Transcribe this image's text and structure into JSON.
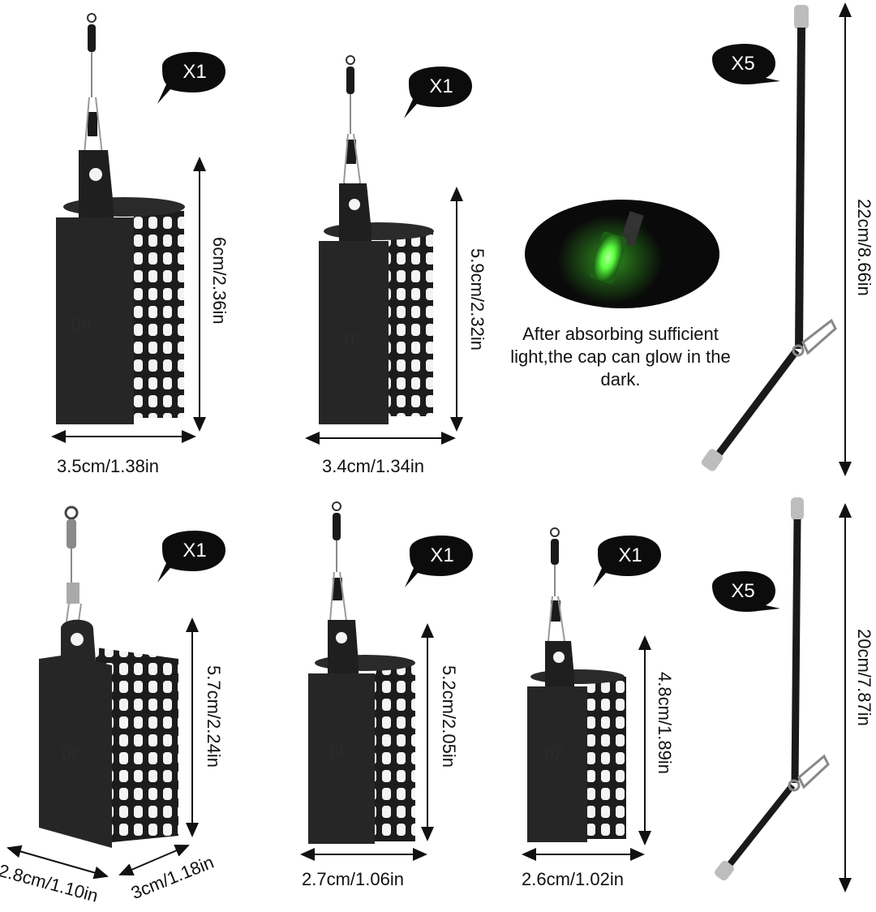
{
  "feeders": [
    {
      "id": "60",
      "number": "60",
      "quantity": "X1",
      "height": "6cm/2.36in",
      "width": "3.5cm/1.38in"
    },
    {
      "id": "50",
      "number": "50",
      "quantity": "X1",
      "height": "5.9cm/2.32in",
      "width": "3.4cm/1.34in"
    },
    {
      "id": "40",
      "number": "40",
      "quantity": "X1",
      "height": "5.7cm/2.24in",
      "width": "2.8cm/1.10in",
      "depth": "3cm/1.18in"
    },
    {
      "id": "30",
      "number": "30",
      "quantity": "X1",
      "height": "5.2cm/2.05in",
      "width": "2.7cm/1.06in"
    },
    {
      "id": "20",
      "number": "20",
      "quantity": "X1",
      "height": "4.8cm/1.89in",
      "width": "2.6cm/1.02in"
    }
  ],
  "booms": [
    {
      "id": "long",
      "quantity": "X5",
      "length": "22cm/8.66in"
    },
    {
      "id": "short",
      "quantity": "X5",
      "length": "20cm/7.87in"
    }
  ],
  "glow_note": "After absorbing sufficient light,the cap can glow in the dark.",
  "colors": {
    "feeder": "#232323",
    "bubble": "#0c0c0c",
    "glow": "#7dff6a",
    "cap": "#bdbdbd"
  }
}
